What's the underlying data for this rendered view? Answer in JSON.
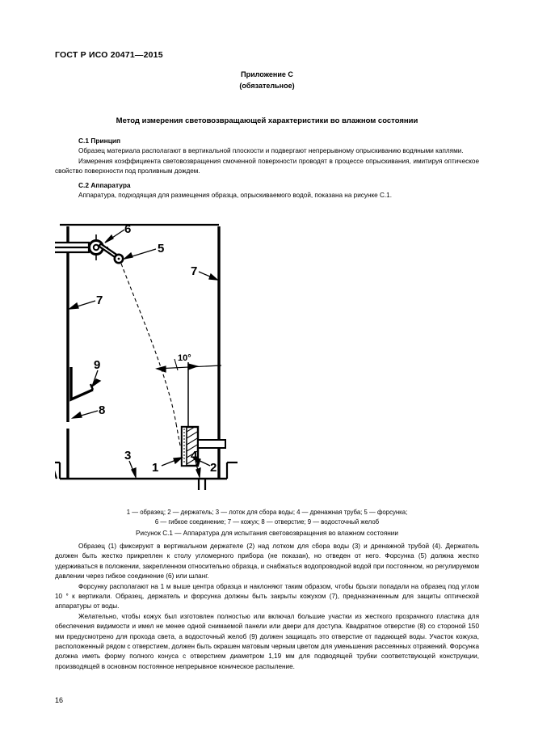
{
  "document": {
    "standard_header": "ГОСТ Р ИСО 20471—2015",
    "annex_title": "Приложение С",
    "annex_subtitle": "(обязательное)",
    "main_title": "Метод измерения световозвращающей характеристики во влажном состоянии",
    "page_number": "16"
  },
  "sections": {
    "s1_heading": "С.1 Принцип",
    "s1_par1": "Образец материала располагают в вертикальной плоскости и подвергают непрерывному опрыскиванию водяными каплями.",
    "s1_par2": "Измерения коэффициента световозвращения смоченной поверхности проводят в процессе опрыскивания, имитируя оптическое свойство поверхности под проливным дождем.",
    "s2_heading": "С.2 Аппаратура",
    "s2_par1": "Аппаратура, подходящая для размещения образца, опрыскиваемого водой, показана на рисунке С.1."
  },
  "figure": {
    "legend_line1": "1 — образец; 2 — держатель; 3 — лоток для сбора воды; 4 — дренажная труба; 5 — форсунка;",
    "legend_line2": "6 — гибкое соединение; 7 — кожух; 8 — отверстие; 9 — водосточный желоб",
    "caption": "Рисунок С.1 — Аппаратура для испытания световозвращения во влажном состоянии",
    "angle_label": "10°",
    "callouts": {
      "sample": "1",
      "holder": "2",
      "collection_tray": "3",
      "drain_pipe": "4",
      "nozzle": "5",
      "flexible_joint": "6",
      "housing_left": "7",
      "housing_right": "7",
      "aperture": "8",
      "gutter": "9"
    },
    "line_color": "#000000"
  },
  "body": {
    "par1": "Образец (1) фиксируют в вертикальном держателе (2) над лотком для сбора воды (3) и дренажной трубой (4). Держатель должен быть жестко прикреплен к столу угломерного прибора (не показан), но отведен от него. Форсунка (5) должна жестко удерживаться в положении, закрепленном относительно образца, и снабжаться водопроводной водой при постоянном, но регулируемом давлении через гибкое соединение (6) или шланг.",
    "par2": "Форсунку располагают на 1 м выше центра образца и наклоняют таким образом, чтобы брызги попадали на образец под углом 10 ° к вертикали. Образец, держатель и форсунка должны быть закрыты кожухом (7), предназначенным для защиты оптической аппаратуры от воды.",
    "par3": "Желательно, чтобы кожух был изготовлен полностью или включал большие участки из жесткого прозрачного пластика для обеспечения видимости и имел не менее одной снимаемой панели или двери для доступа. Квадратное отверстие (8) со стороной 150 мм предусмотрено для прохода света, а водосточный желоб (9) должен защищать это отверстие от падающей воды. Участок кожуха, расположенный рядом с отверстием, должен быть окрашен матовым черным цветом для уменьшения рассеянных отражений. Форсунка должна иметь форму полного конуса с отверстием диаметром 1,19 мм для подводящей трубки соответствующей конструкции, производящей в основном постоянное непрерывное коническое распыление."
  }
}
